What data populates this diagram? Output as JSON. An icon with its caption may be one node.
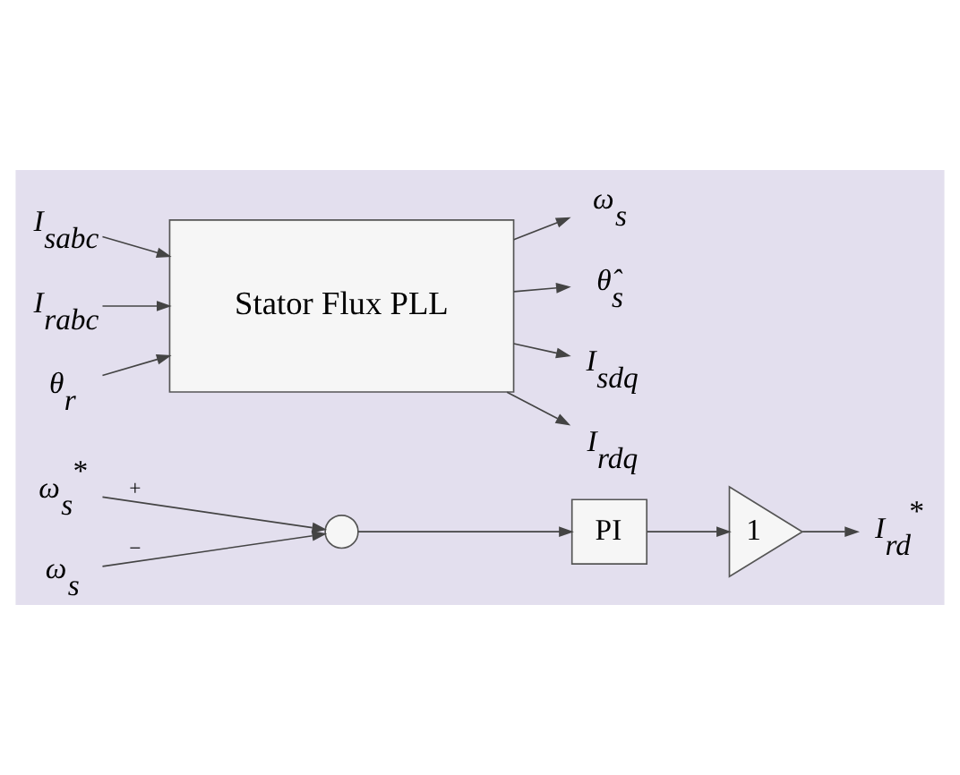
{
  "diagram": {
    "nodes": [
      {
        "text": [
          "ω$_{s}$$^{*}$"
        ]
      },
      {
        "text": [],
        "shape": "circle"
      },
      {
        "text": [
          "ω$_{s}$"
        ]
      },
      {
        "text": [
          "PI"
        ]
      },
      {
        "text": [
          "1"
        ]
      },
      {
        "text": [
          "I$_{rd}$$^{*}$"
        ]
      },
      {
        "text": [
          "I$_{sabc}$"
        ]
      },
      {
        "text": [
          "I$_{rabc}$"
        ]
      },
      {
        "text": [
          "θ$_{r}$"
        ]
      },
      {
        "text": [
          "Stator Flux PLL"
        ]
      },
      {
        "text": [
          "ω$_{s}$"
        ]
      },
      {
        "text": [
          "θ̂$_{s}$"
        ]
      },
      {
        "text": [
          "I$_{sdq}$"
        ]
      },
      {
        "text": [
          "I$_{rdq}$"
        ]
      }
    ],
    "edges": [
      {
        "from": 0,
        "to": 1,
        "arrow": "to",
        "label": "+"
      },
      {
        "from": 2,
        "to": 1,
        "arrow": "to",
        "label": "−"
      },
      {
        "from": 1,
        "to": 3,
        "arrow": "to"
      },
      {
        "from": 3,
        "to": 4,
        "arrow": "to"
      },
      {
        "from": 4,
        "to": 5,
        "arrow": "to"
      },
      {
        "from": 6,
        "to": 9,
        "arrow": "to"
      },
      {
        "from": 7,
        "to": 9,
        "arrow": "to"
      },
      {
        "from": 8,
        "to": 9,
        "arrow": "to"
      },
      {
        "from": 9,
        "to": 10,
        "arrow": "to"
      },
      {
        "from": 9,
        "to": 11,
        "arrow": "to"
      },
      {
        "from": 9,
        "to": 12,
        "arrow": "to"
      },
      {
        "from": 9,
        "to": 13,
        "arrow": "to"
      }
    ]
  }
}
